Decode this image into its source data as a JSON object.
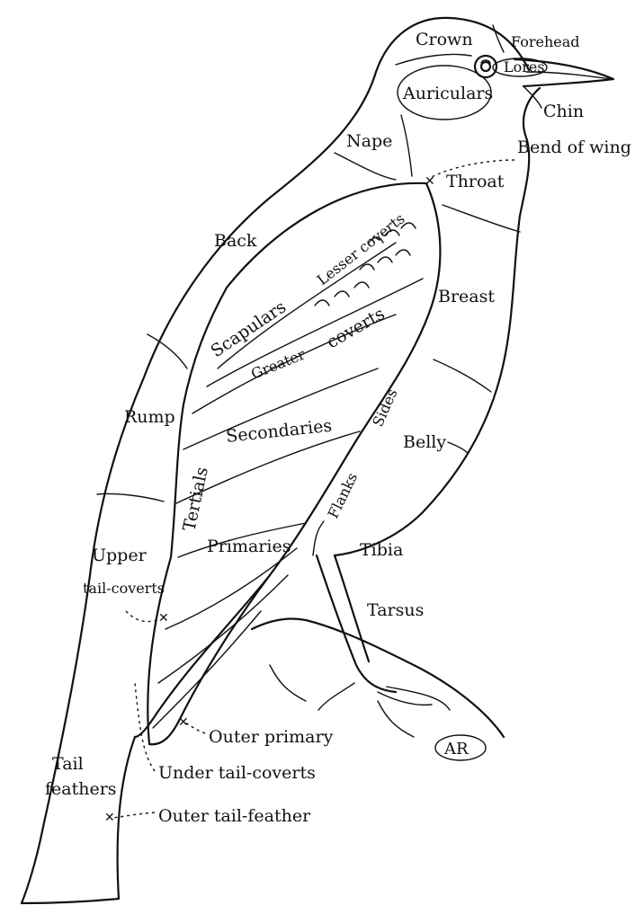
{
  "labels": {
    "crown": "Crown",
    "forehead": "Forehead",
    "lores": "Lores",
    "auriculars": "Auriculars",
    "chin": "Chin",
    "nape": "Nape",
    "bend_of_wing": "Bend of wing",
    "throat": "Throat",
    "back": "Back",
    "lesser_coverts": "Lesser coverts",
    "scapulars": "Scapulars",
    "breast": "Breast",
    "greater_coverts_1": "Greater",
    "greater_coverts_2": "coverts",
    "sides": "Sides",
    "rump": "Rump",
    "secondaries": "Secondaries",
    "belly": "Belly",
    "tertials": "Tertials",
    "flanks": "Flanks",
    "primaries": "Primaries",
    "tibia": "Tibia",
    "upper": "Upper",
    "tail_coverts": "tail-coverts",
    "tarsus": "Tarsus",
    "outer_primary": "Outer primary",
    "tail": "Tail",
    "feathers": "feathers",
    "under_tail_coverts": "Under tail-coverts",
    "outer_tail_feather": "Outer tail-feather",
    "monogram": "AR"
  }
}
